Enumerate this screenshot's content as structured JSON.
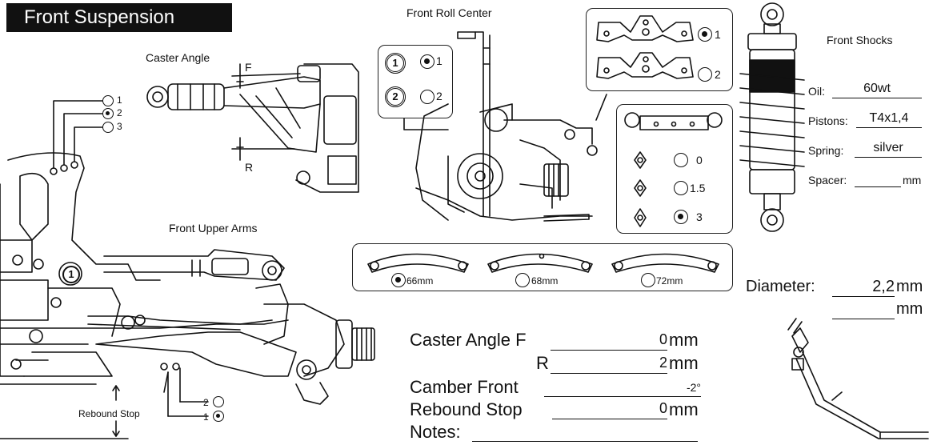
{
  "title": "Front Suspension",
  "caster": {
    "heading": "Caster Angle",
    "f_label": "F",
    "r_label": "R"
  },
  "upper_arm_holes": {
    "options": [
      {
        "label": "1",
        "selected": false
      },
      {
        "label": "2",
        "selected": true
      },
      {
        "label": "3",
        "selected": false
      }
    ]
  },
  "upper_arms": {
    "heading": "Front Upper Arms",
    "badge": "1"
  },
  "roll_center": {
    "heading": "Front Roll Center",
    "options": [
      {
        "badge": "1",
        "label": "1",
        "selected": true
      },
      {
        "badge": "2",
        "label": "2",
        "selected": false
      }
    ]
  },
  "bridge_plates": {
    "options": [
      {
        "label": "1",
        "selected": true
      },
      {
        "label": "2",
        "selected": false
      }
    ]
  },
  "roll_spacers": {
    "options": [
      {
        "label": "0",
        "selected": false
      },
      {
        "label": "1.5",
        "selected": false
      },
      {
        "label": "3",
        "selected": true
      }
    ]
  },
  "tie_rods": {
    "options": [
      {
        "label": "66mm",
        "selected": true
      },
      {
        "label": "68mm",
        "selected": false
      },
      {
        "label": "72mm",
        "selected": false
      }
    ]
  },
  "shocks": {
    "heading": "Front Shocks",
    "oil_label": "Oil:",
    "oil_value": "60wt",
    "pistons_label": "Pistons:",
    "pistons_value": "T4x1,4",
    "spring_label": "Spring:",
    "spring_value": "silver",
    "spacer_label": "Spacer:",
    "spacer_value": "",
    "spacer_unit": "mm"
  },
  "diameter": {
    "label": "Diameter:",
    "value": "2,2",
    "unit": "mm",
    "second_value": "",
    "second_unit": "mm"
  },
  "setup": {
    "caster_f_label": "Caster Angle F",
    "caster_f_value": "0",
    "caster_f_unit": "mm",
    "caster_r_label": "R",
    "caster_r_value": "2",
    "caster_r_unit": "mm",
    "camber_label": "Camber Front",
    "camber_value": "-2°",
    "rebound_label": "Rebound Stop",
    "rebound_value": "0",
    "rebound_unit": "mm",
    "notes_label": "Notes:",
    "notes_value": ""
  },
  "rebound_stop": {
    "label": "Rebound Stop",
    "options": [
      {
        "label": "2",
        "selected": false
      },
      {
        "label": "1",
        "selected": true
      }
    ]
  }
}
